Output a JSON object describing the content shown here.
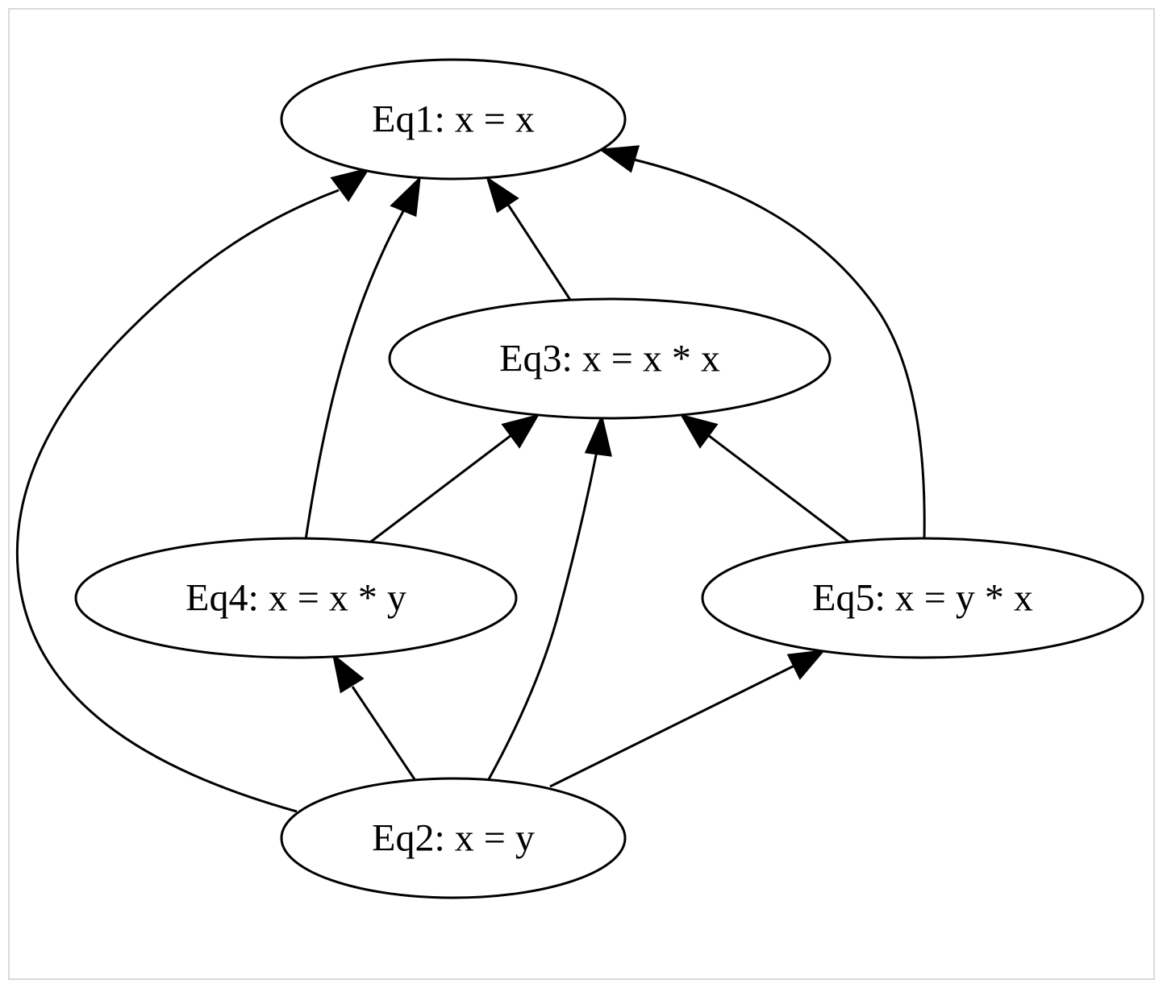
{
  "diagram": {
    "nodes": [
      {
        "id": "eq1",
        "label": "Eq1: x = x"
      },
      {
        "id": "eq3",
        "label": "Eq3: x = x * x"
      },
      {
        "id": "eq4",
        "label": "Eq4: x = x * y"
      },
      {
        "id": "eq5",
        "label": "Eq5: x = y * x"
      },
      {
        "id": "eq2",
        "label": "Eq2: x = y"
      }
    ],
    "edges": [
      {
        "from": "eq3",
        "to": "eq1"
      },
      {
        "from": "eq4",
        "to": "eq1"
      },
      {
        "from": "eq4",
        "to": "eq3"
      },
      {
        "from": "eq5",
        "to": "eq1"
      },
      {
        "from": "eq5",
        "to": "eq3"
      },
      {
        "from": "eq2",
        "to": "eq1"
      },
      {
        "from": "eq2",
        "to": "eq4"
      },
      {
        "from": "eq2",
        "to": "eq3"
      },
      {
        "from": "eq2",
        "to": "eq5"
      }
    ],
    "colors": {
      "stroke": "#000000",
      "node_fill": "#ffffff",
      "frame_border": "#d9d9d9"
    }
  }
}
